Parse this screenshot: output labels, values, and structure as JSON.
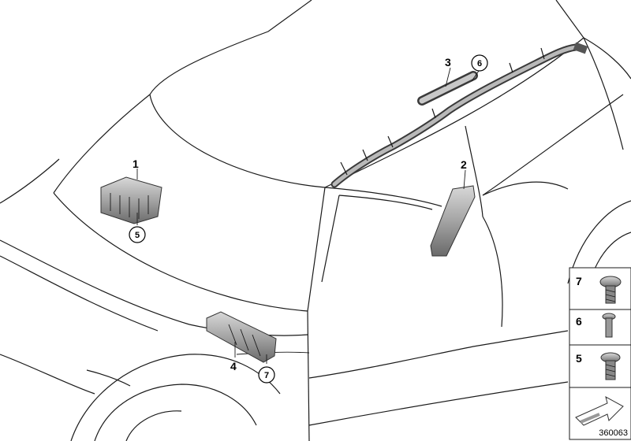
{
  "callouts": {
    "part1": "1",
    "part2": "2",
    "part3": "3",
    "part4": "4",
    "ref5_a": "5",
    "ref6_a": "6",
    "ref7_a": "7"
  },
  "legend": {
    "items": [
      {
        "number": "7",
        "icon": "screw-icon"
      },
      {
        "number": "6",
        "icon": "rivet-icon"
      },
      {
        "number": "5",
        "icon": "screw-icon"
      }
    ],
    "arrow_icon": "direction-arrow-icon"
  },
  "doc_number": "360063",
  "colors": {
    "line": "#1a1a1a",
    "part_fill": "#9a9a9a",
    "part_dark": "#6e6e6e",
    "part_light": "#d4d4d4"
  }
}
